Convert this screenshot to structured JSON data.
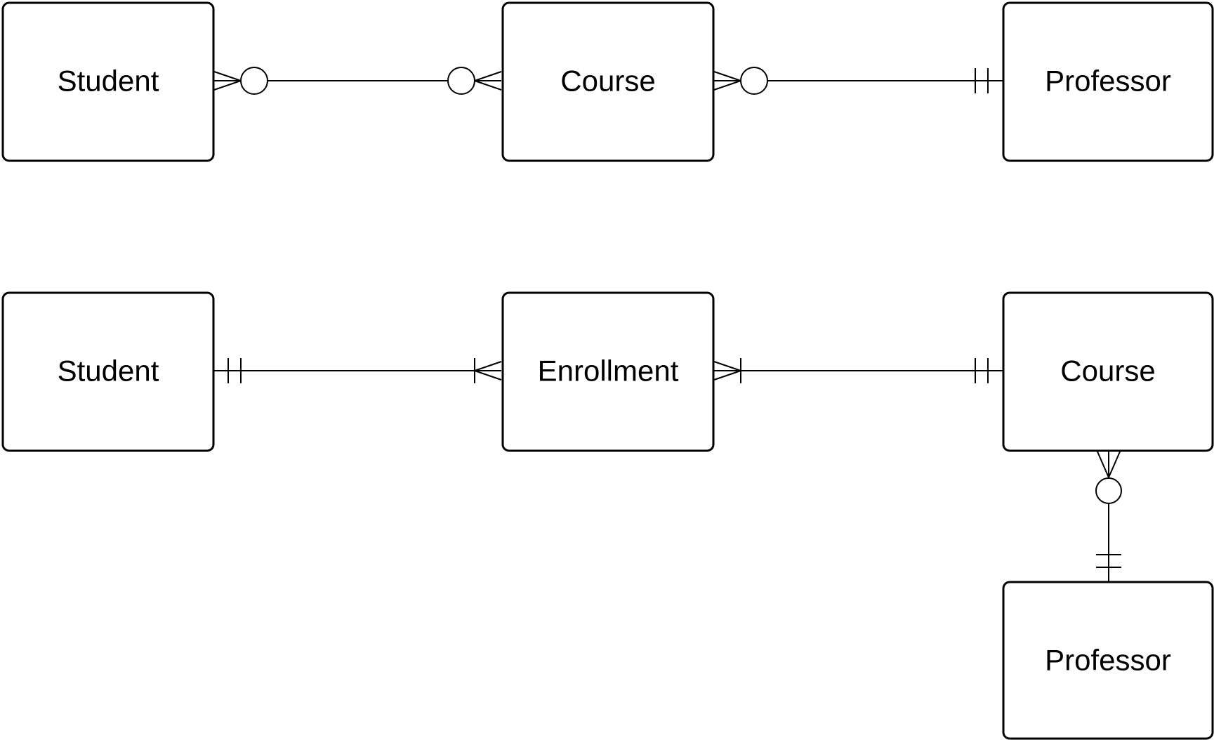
{
  "entities": {
    "row1_student": "Student",
    "row1_course": "Course",
    "row1_professor": "Professor",
    "row2_student": "Student",
    "row2_enrollment": "Enrollment",
    "row2_course": "Course",
    "row3_professor": "Professor"
  },
  "relationships": [
    {
      "from": "Student",
      "to": "Course",
      "from_end": "zero-or-many",
      "to_end": "zero-or-many"
    },
    {
      "from": "Course",
      "to": "Professor",
      "from_end": "zero-or-many",
      "to_end": "exactly-one"
    },
    {
      "from": "Student",
      "to": "Enrollment",
      "from_end": "exactly-one",
      "to_end": "one-or-many"
    },
    {
      "from": "Enrollment",
      "to": "Course",
      "from_end": "one-or-many",
      "to_end": "exactly-one"
    },
    {
      "from": "Course",
      "to": "Professor",
      "from_end": "zero-or-many",
      "to_end": "exactly-one"
    }
  ],
  "colors": {
    "stroke": "#000000",
    "fill": "#ffffff"
  }
}
